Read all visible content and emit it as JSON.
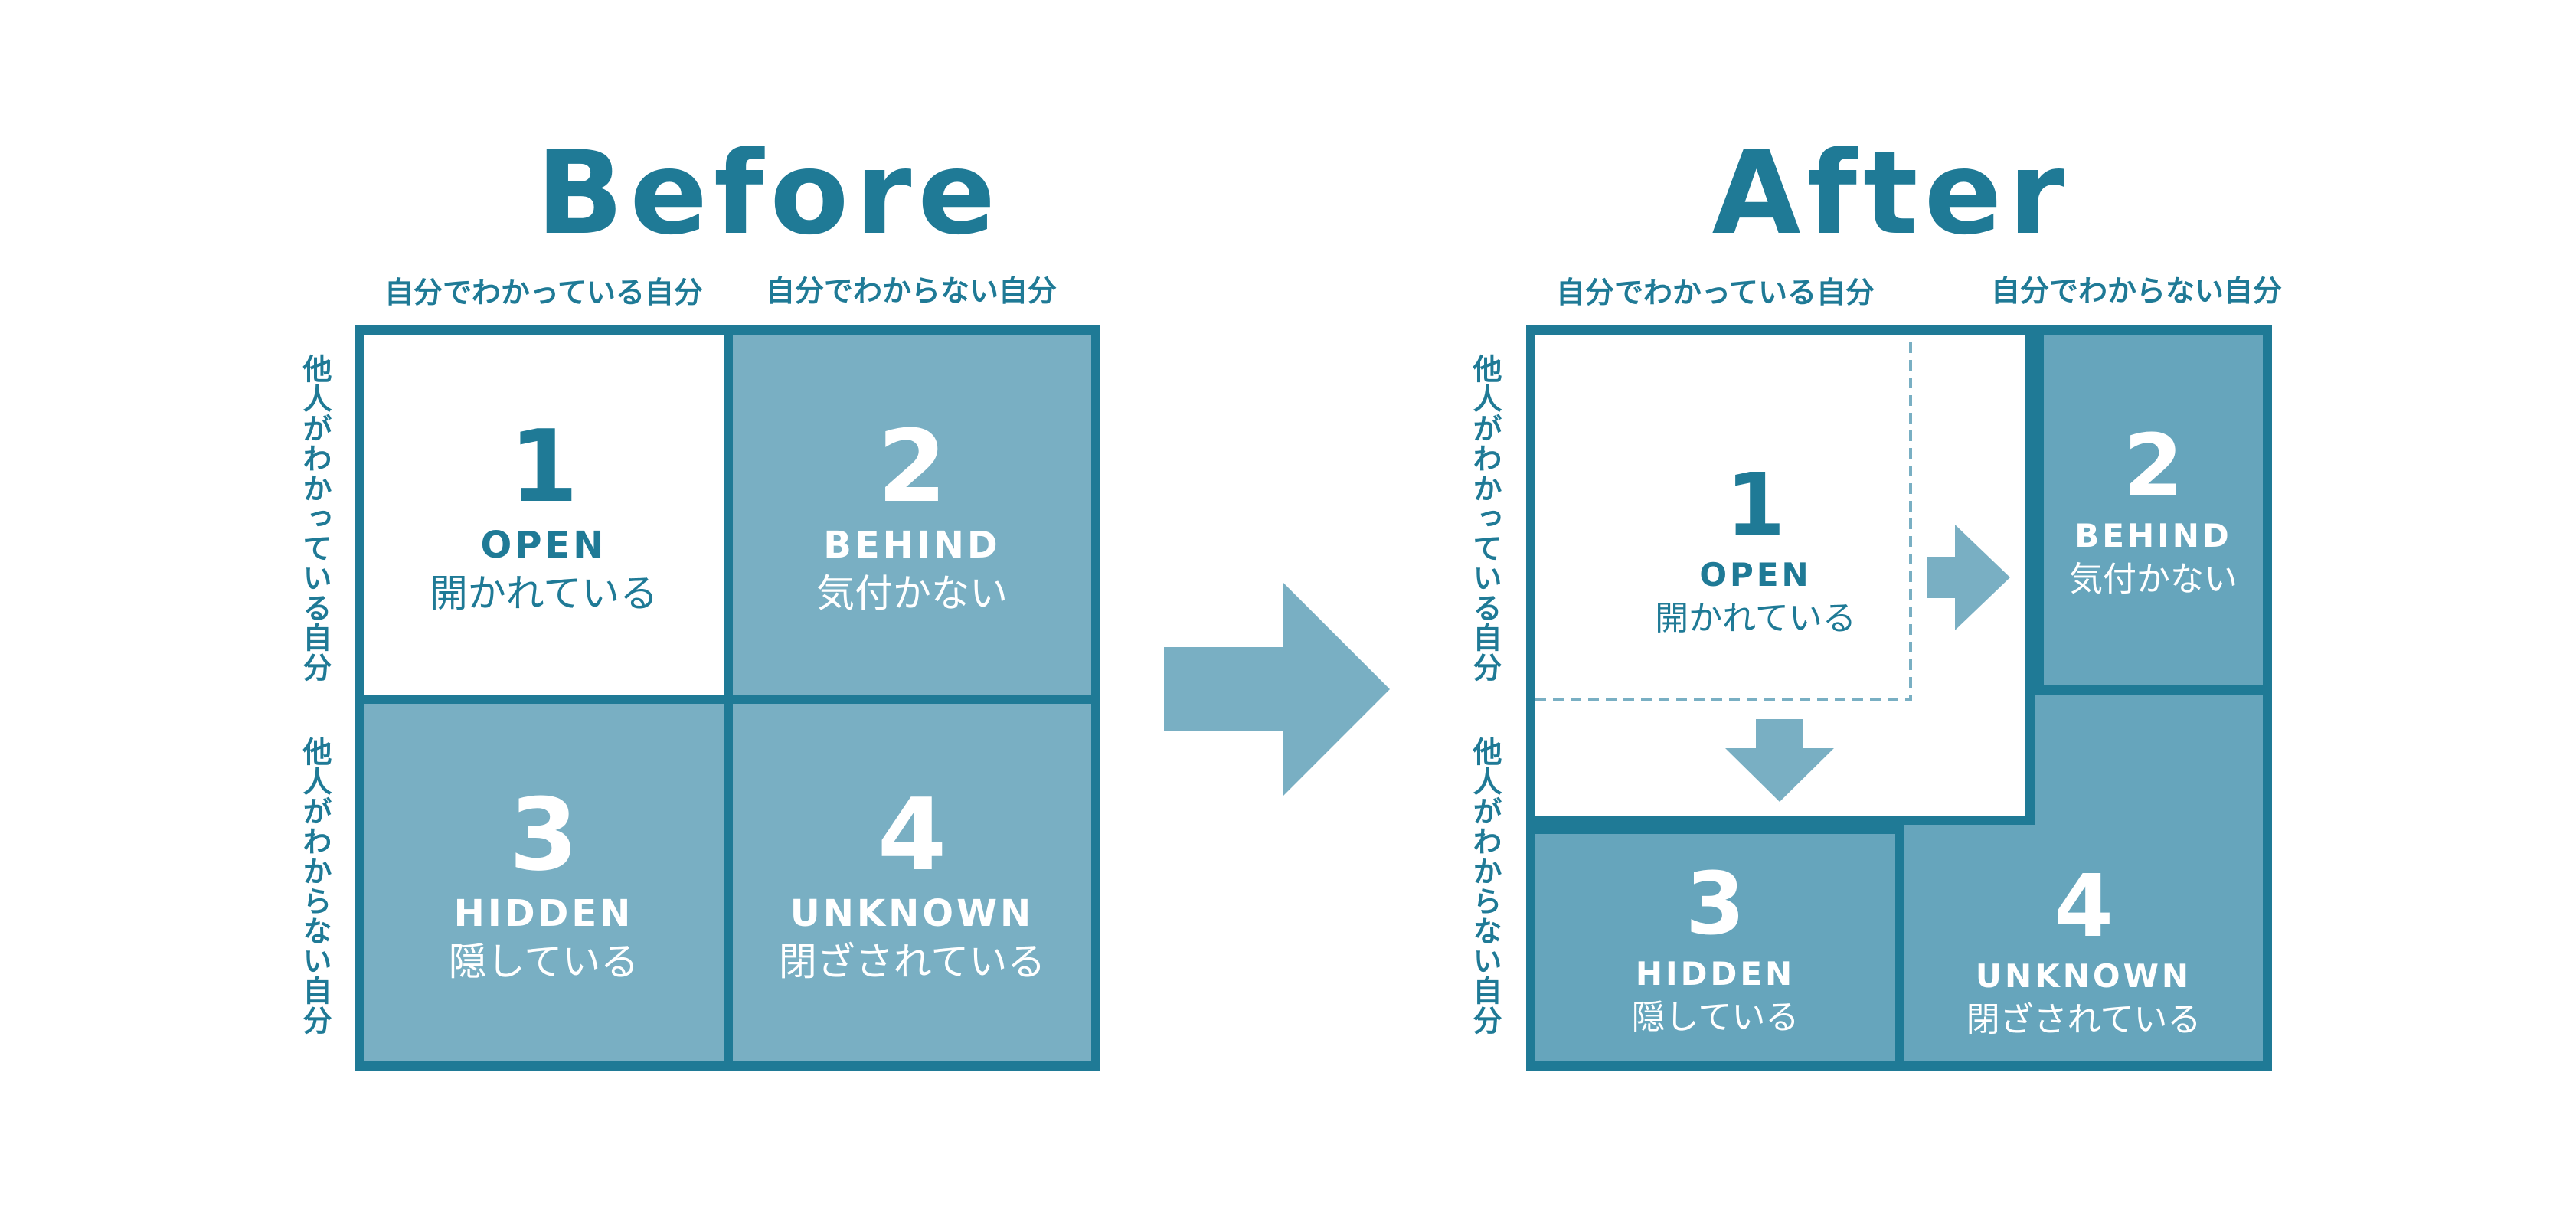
{
  "before": {
    "title": "Before",
    "col_labels": [
      "自分でわかっている自分",
      "自分でわからない自分"
    ],
    "row_labels": [
      "他人がわかっている自分",
      "他人がわからない自分"
    ],
    "quadrants": [
      {
        "num": "1",
        "en": "OPEN",
        "ja": "開かれている"
      },
      {
        "num": "2",
        "en": "BEHIND",
        "ja": "気付かない"
      },
      {
        "num": "3",
        "en": "HIDDEN",
        "ja": "隠している"
      },
      {
        "num": "4",
        "en": "UNKNOWN",
        "ja": "閉ざされている"
      }
    ]
  },
  "after": {
    "title": "After",
    "col_labels": [
      "自分でわかっている自分",
      "自分でわからない自分"
    ],
    "row_labels": [
      "他人がわかっている自分",
      "他人がわからない自分"
    ],
    "quadrants": [
      {
        "num": "1",
        "en": "OPEN",
        "ja": "開かれている"
      },
      {
        "num": "2",
        "en": "BEHIND",
        "ja": "気付かない"
      },
      {
        "num": "3",
        "en": "HIDDEN",
        "ja": "隠している"
      },
      {
        "num": "4",
        "en": "UNKNOWN",
        "ja": "閉ざされている"
      }
    ]
  },
  "colors": {
    "primary": "#1f7a96",
    "cell_light": "#79afc3",
    "cell_after": "#66a5bc",
    "arrow": "#79afc3",
    "dashed": "#79afc3",
    "open_cell": "#ffffff"
  },
  "icons": [
    "right-arrow-icon",
    "expand-right-arrow-icon",
    "expand-down-arrow-icon"
  ]
}
